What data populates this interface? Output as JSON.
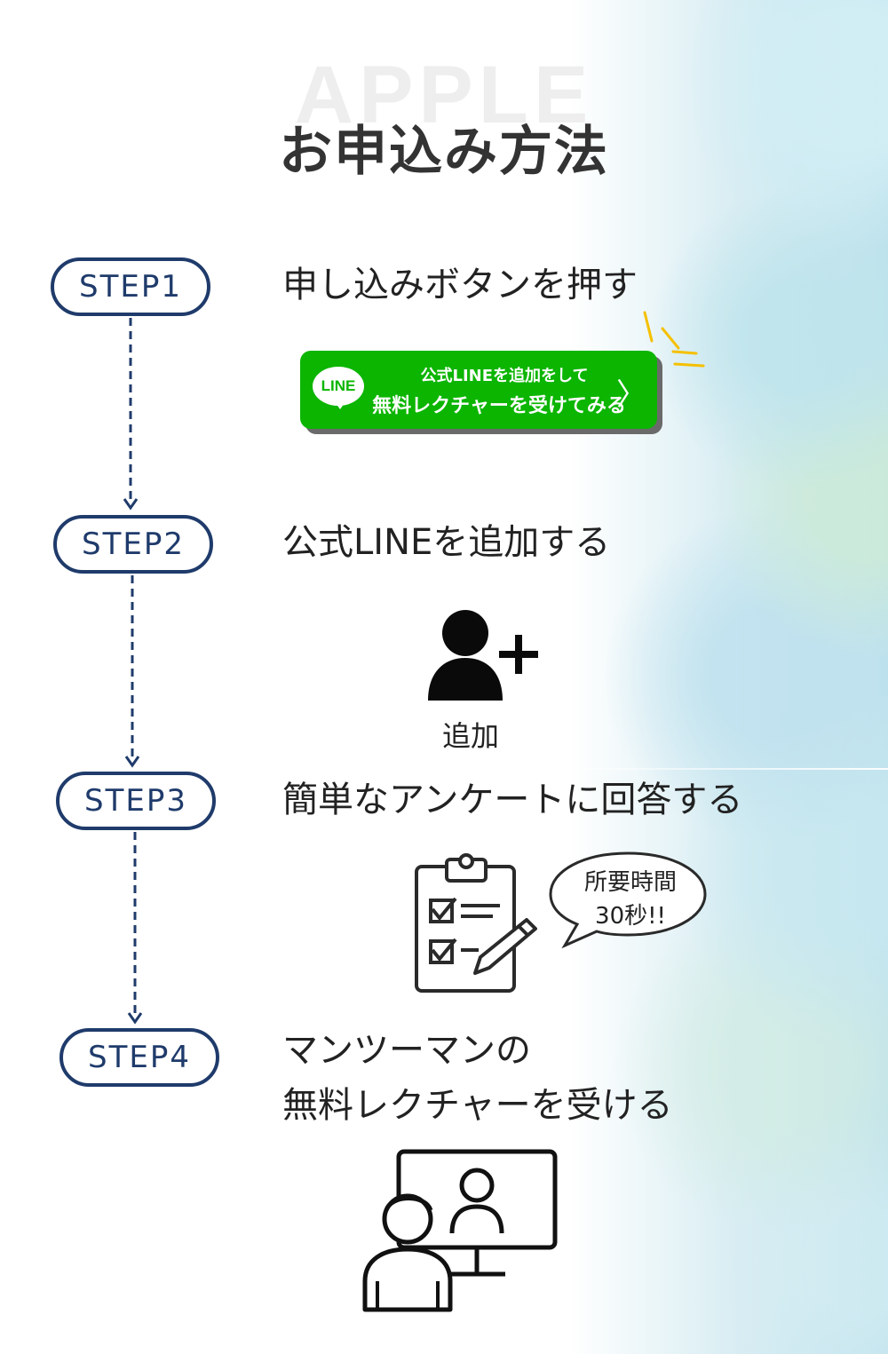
{
  "header": {
    "background_word": "APPLE",
    "title": "お申込み方法"
  },
  "steps": [
    {
      "label": "STEP1",
      "title": "申し込みボタンを押す"
    },
    {
      "label": "STEP2",
      "title": "公式LINEを追加する"
    },
    {
      "label": "STEP3",
      "title": "簡単なアンケートに回答する"
    },
    {
      "label": "STEP4",
      "title_line1": "マンツーマンの",
      "title_line2": "無料レクチャーを受ける"
    }
  ],
  "line_button": {
    "logo_text": "LINE",
    "line1": "公式LINEを追加をして",
    "line2": "無料レクチャーを受けてみる",
    "chevron": "〉"
  },
  "add_friend": {
    "label": "追加"
  },
  "survey_bubble": {
    "line1": "所要時間",
    "line2": "30秒!!"
  },
  "colors": {
    "step_navy": "#1f3b6b",
    "line_green": "#0cb500",
    "spark_yellow": "#f5c000"
  },
  "icons": [
    "add-user-icon",
    "clipboard-checklist-icon",
    "speech-bubble-icon",
    "video-call-icon",
    "sparkle-icon"
  ]
}
